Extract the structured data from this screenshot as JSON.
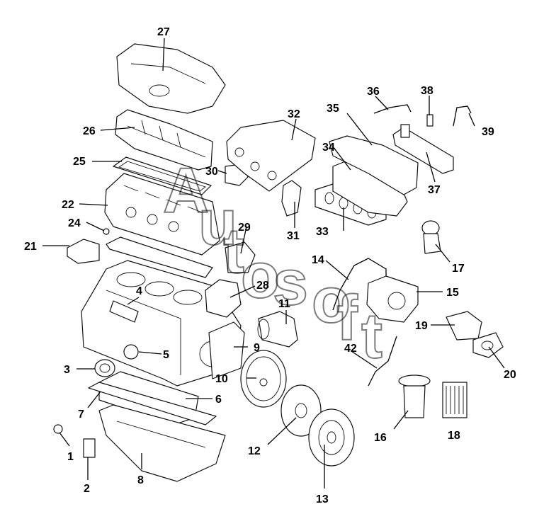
{
  "watermark": [
    "A",
    "u",
    "t",
    "o",
    "s",
    "o",
    "f",
    "t"
  ],
  "callouts": [
    "1",
    "2",
    "3",
    "4",
    "5",
    "6",
    "7",
    "8",
    "9",
    "10",
    "11",
    "12",
    "13",
    "14",
    "15",
    "16",
    "17",
    "18",
    "19",
    "20",
    "21",
    "22",
    "24",
    "25",
    "26",
    "27",
    "28",
    "29",
    "30",
    "31",
    "32",
    "33",
    "34",
    "35",
    "36",
    "37",
    "38",
    "39",
    "42"
  ]
}
